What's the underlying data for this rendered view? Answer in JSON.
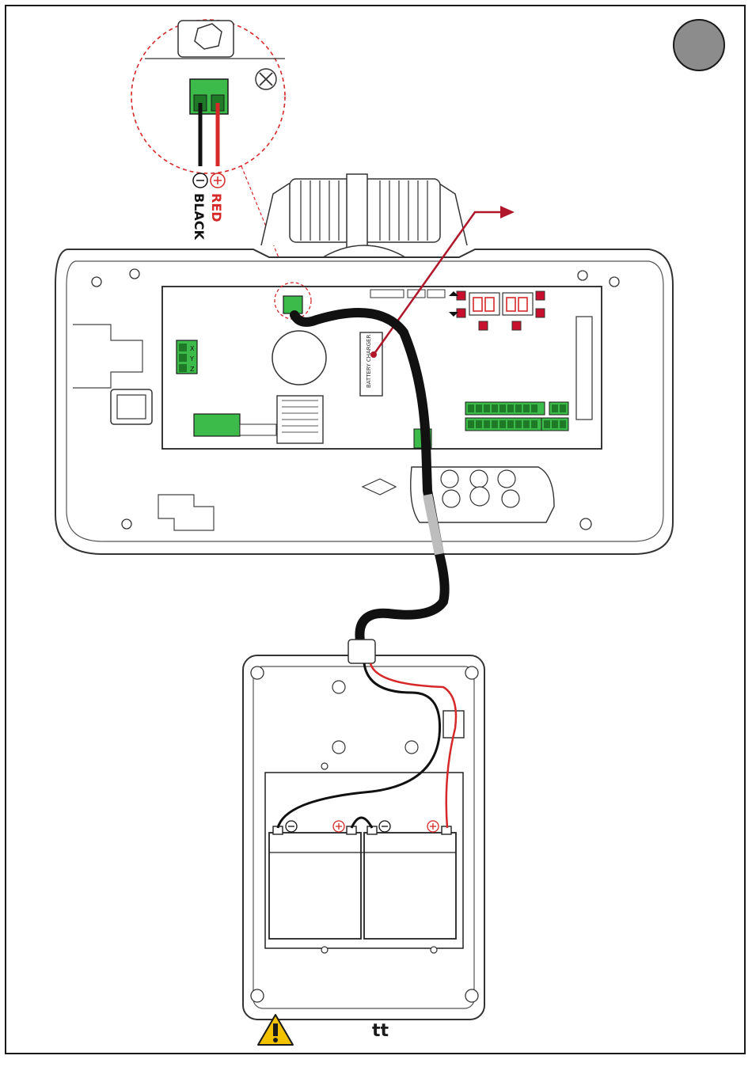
{
  "labels": {
    "black_wire": "BLACK",
    "red_wire": "RED",
    "battery_charger": "BATTERY CHARGER",
    "terminal_xyz": [
      "X",
      "Y",
      "Z"
    ]
  },
  "footer": {
    "warning_icon": "warning-triangle-icon",
    "note_text": "tt"
  },
  "step_marker": {
    "color": "#8c8c8c"
  },
  "colors": {
    "wire_red": "#d62828",
    "wire_black": "#111111",
    "terminal_green": "#3dbb4a",
    "callout_red": "#c8102e",
    "warning_yellow": "#f2c200"
  }
}
